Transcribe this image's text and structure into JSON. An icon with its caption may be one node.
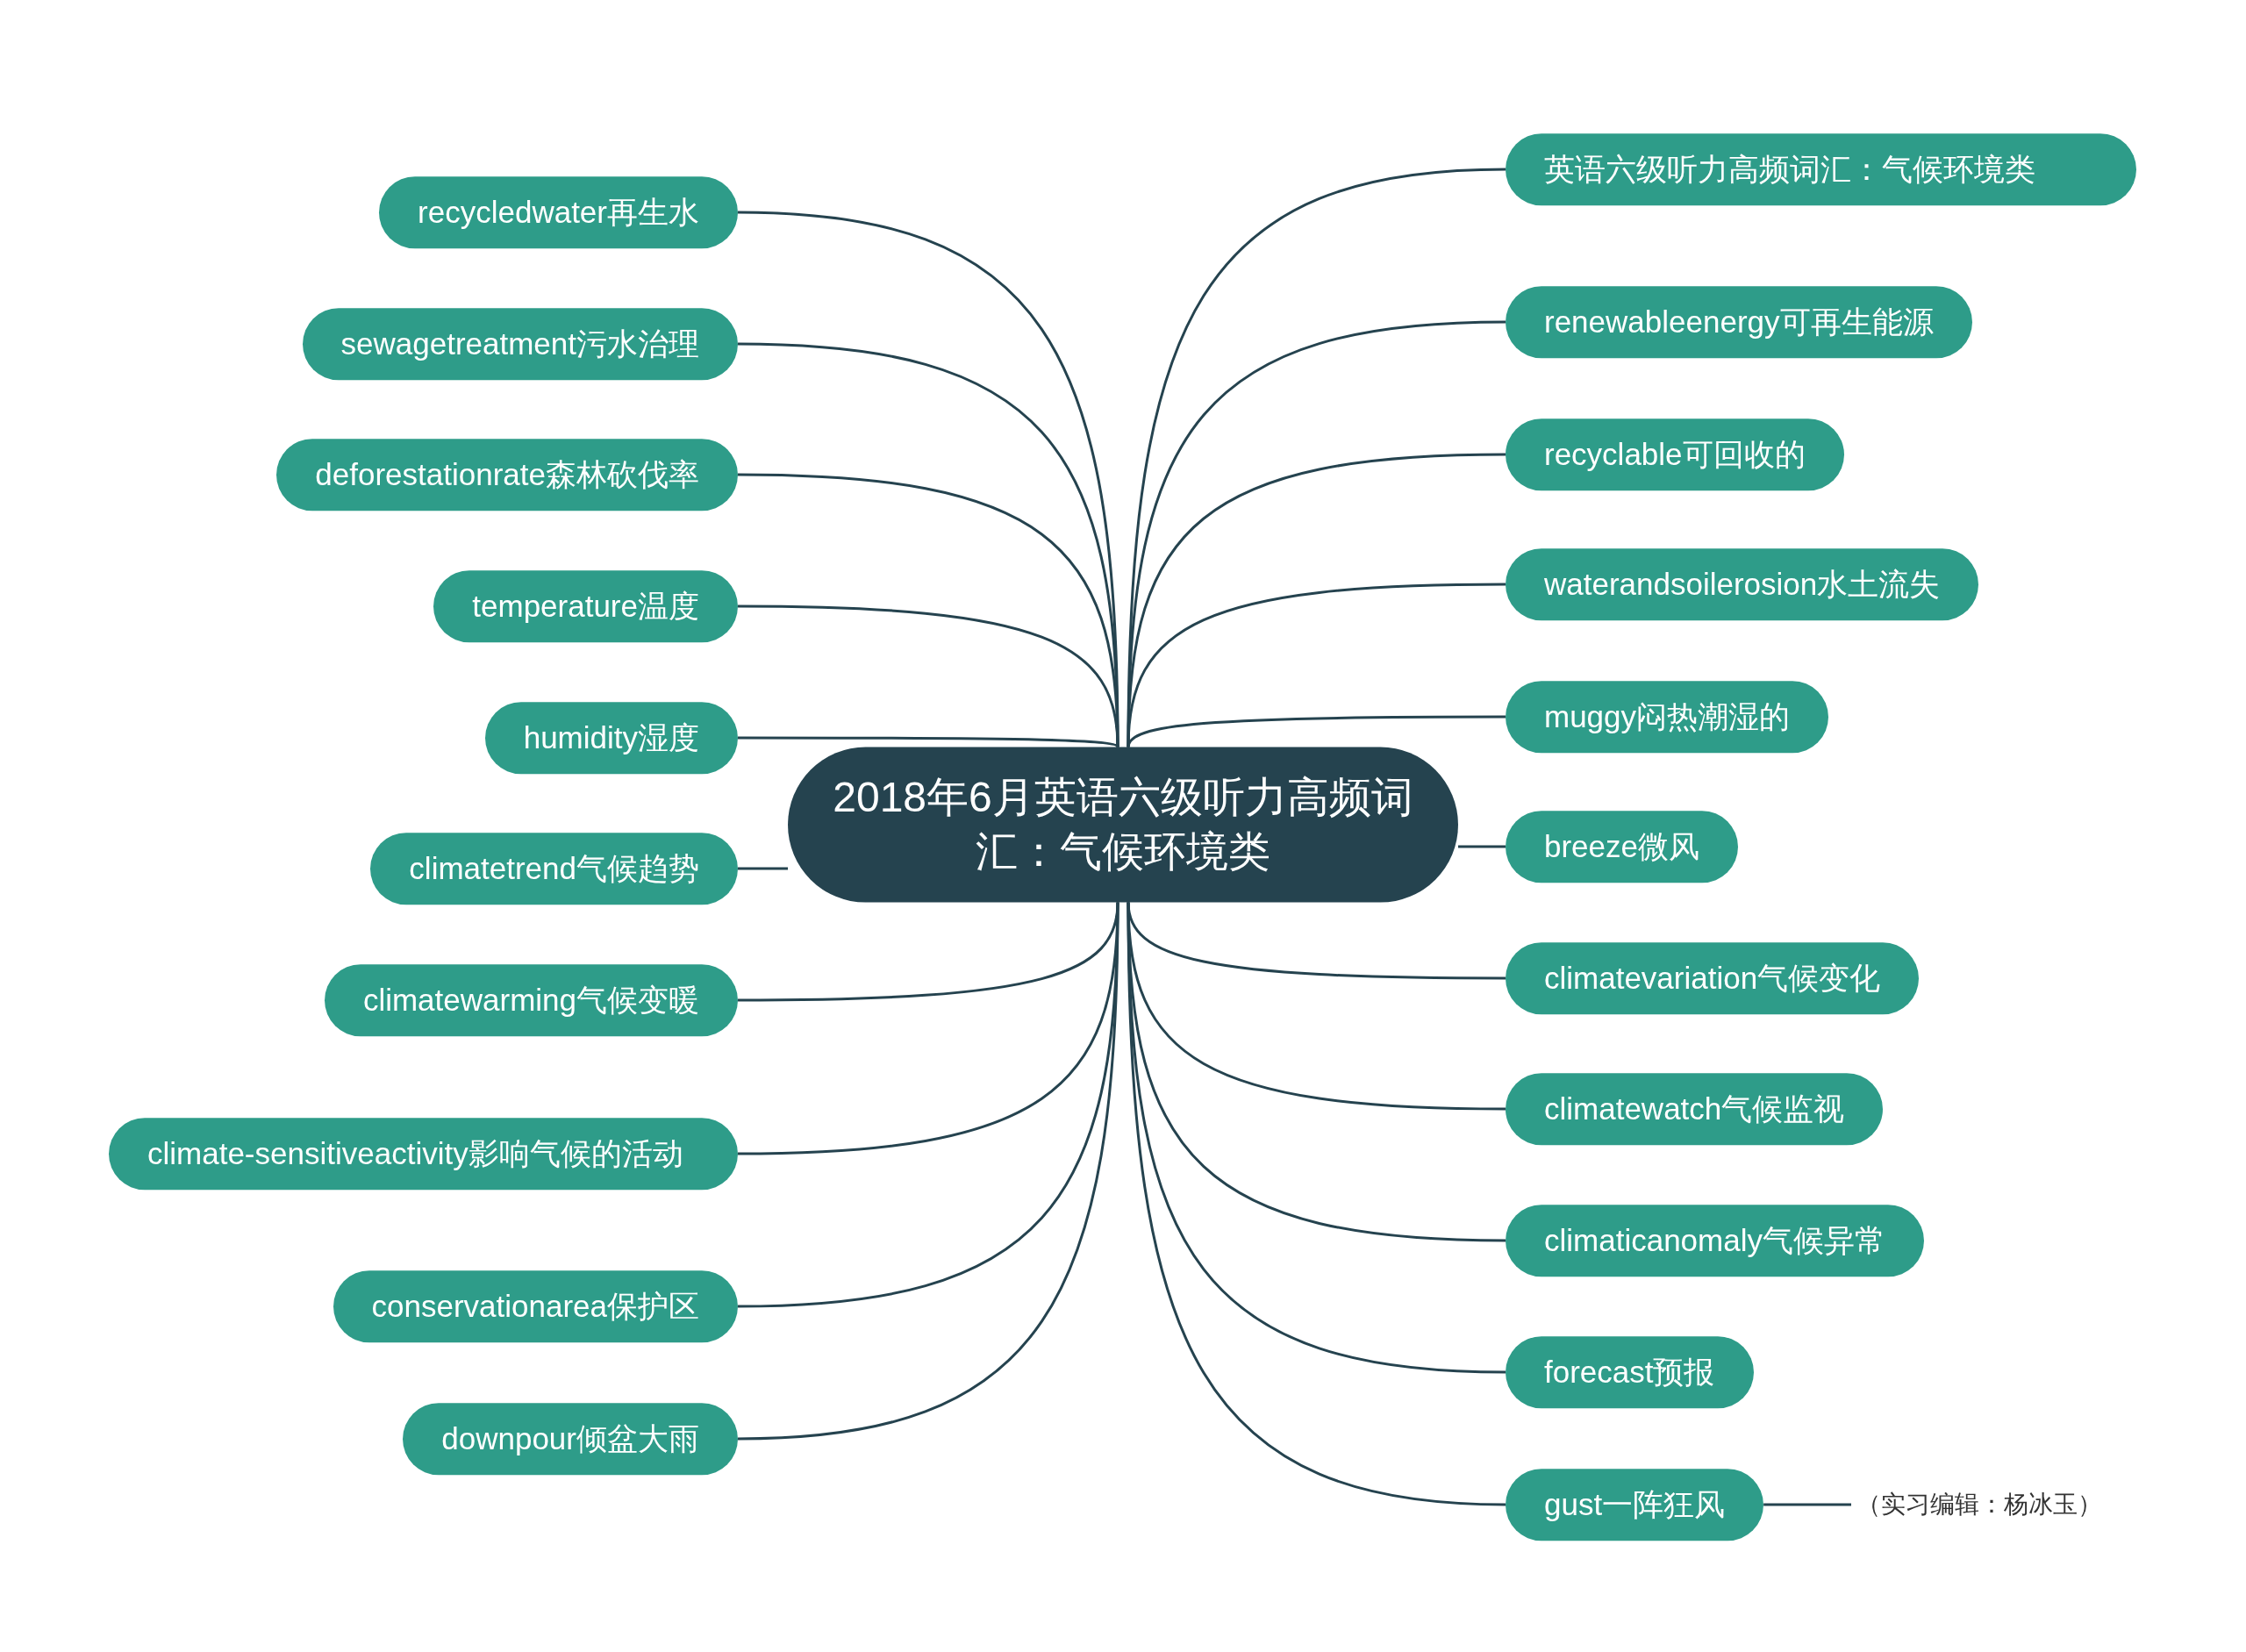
{
  "diagram": {
    "nodes": [
      {
        "text": [
          "2018年6月英语六级听力高频词汇：气候环境类"
        ]
      },
      {
        "text": [
          "recycledwater再生水"
        ]
      },
      {
        "text": [
          "sewagetreatment污水治理"
        ]
      },
      {
        "text": [
          "deforestationrate森林砍伐率"
        ]
      },
      {
        "text": [
          "temperature温度"
        ]
      },
      {
        "text": [
          "humidity湿度"
        ]
      },
      {
        "text": [
          "climatetrend气候趋势"
        ]
      },
      {
        "text": [
          "climatewarming气候变暖"
        ]
      },
      {
        "text": [
          "climate-sensitiveactivity影响气候的活动"
        ]
      },
      {
        "text": [
          "conservationarea保护区"
        ]
      },
      {
        "text": [
          "downpour倾盆大雨"
        ]
      },
      {
        "text": [
          "英语六级听力高频词汇：气候环境类"
        ]
      },
      {
        "text": [
          "renewableenergy可再生能源"
        ]
      },
      {
        "text": [
          "recyclable可回收的"
        ]
      },
      {
        "text": [
          "waterandsoilerosion水土流失"
        ]
      },
      {
        "text": [
          "muggy闷热潮湿的"
        ]
      },
      {
        "text": [
          "breeze微风"
        ]
      },
      {
        "text": [
          "climatevariation气候变化"
        ]
      },
      {
        "text": [
          "climatewatch气候监视"
        ]
      },
      {
        "text": [
          "climaticanomaly气候异常"
        ]
      },
      {
        "text": [
          "forecast预报"
        ]
      },
      {
        "text": [
          "gust一阵狂风"
        ]
      },
      {
        "text": [
          "（实习编辑：杨冰玉）"
        ]
      }
    ],
    "edges": [
      {
        "from": 0,
        "to": 1,
        "arrow": "none"
      },
      {
        "from": 0,
        "to": 2,
        "arrow": "none"
      },
      {
        "from": 0,
        "to": 3,
        "arrow": "none"
      },
      {
        "from": 0,
        "to": 4,
        "arrow": "none"
      },
      {
        "from": 0,
        "to": 5,
        "arrow": "none"
      },
      {
        "from": 0,
        "to": 6,
        "arrow": "none"
      },
      {
        "from": 0,
        "to": 7,
        "arrow": "none"
      },
      {
        "from": 0,
        "to": 8,
        "arrow": "none"
      },
      {
        "from": 0,
        "to": 9,
        "arrow": "none"
      },
      {
        "from": 0,
        "to": 10,
        "arrow": "none"
      },
      {
        "from": 0,
        "to": 11,
        "arrow": "none"
      },
      {
        "from": 0,
        "to": 12,
        "arrow": "none"
      },
      {
        "from": 0,
        "to": 13,
        "arrow": "none"
      },
      {
        "from": 0,
        "to": 14,
        "arrow": "none"
      },
      {
        "from": 0,
        "to": 15,
        "arrow": "none"
      },
      {
        "from": 0,
        "to": 16,
        "arrow": "none"
      },
      {
        "from": 0,
        "to": 17,
        "arrow": "none"
      },
      {
        "from": 0,
        "to": 18,
        "arrow": "none"
      },
      {
        "from": 0,
        "to": 19,
        "arrow": "none"
      },
      {
        "from": 0,
        "to": 20,
        "arrow": "none"
      },
      {
        "from": 0,
        "to": 21,
        "arrow": "none"
      },
      {
        "from": 21,
        "to": 22,
        "arrow": "none"
      }
    ]
  }
}
